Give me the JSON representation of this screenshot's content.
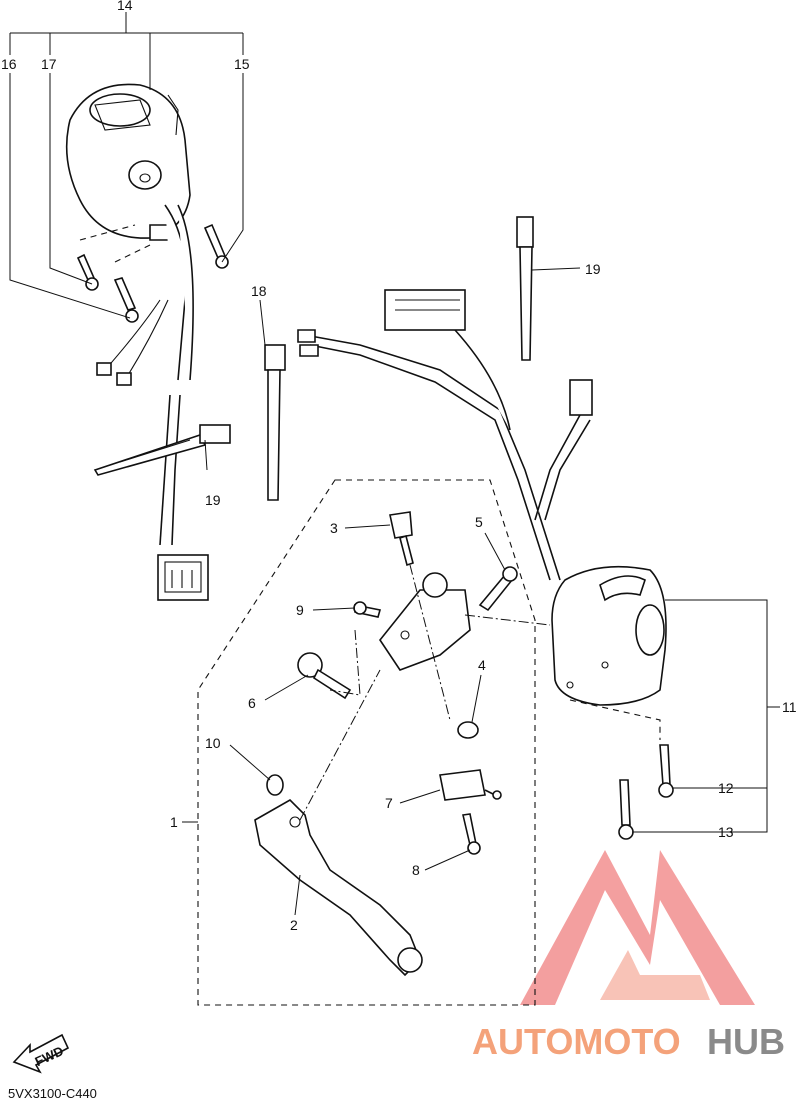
{
  "callouts": [
    {
      "id": "c1",
      "text": "1"
    },
    {
      "id": "c2",
      "text": "2"
    },
    {
      "id": "c3",
      "text": "3"
    },
    {
      "id": "c4",
      "text": "4"
    },
    {
      "id": "c5",
      "text": "5"
    },
    {
      "id": "c6",
      "text": "6"
    },
    {
      "id": "c7",
      "text": "7"
    },
    {
      "id": "c8",
      "text": "8"
    },
    {
      "id": "c9",
      "text": "9"
    },
    {
      "id": "c10",
      "text": "10"
    },
    {
      "id": "c11",
      "text": "11"
    },
    {
      "id": "c12",
      "text": "12"
    },
    {
      "id": "c13",
      "text": "13"
    },
    {
      "id": "c14",
      "text": "14"
    },
    {
      "id": "c15",
      "text": "15"
    },
    {
      "id": "c16",
      "text": "16"
    },
    {
      "id": "c17",
      "text": "17"
    },
    {
      "id": "c18",
      "text": "18"
    },
    {
      "id": "c19a",
      "text": "19"
    },
    {
      "id": "c19b",
      "text": "19"
    }
  ],
  "fwd_label": "FWD",
  "diagram_code": "5VX3100-C440",
  "watermark": {
    "part1": "AUTOMOTO",
    "part2": "HUB",
    "color_primary": "#f4a27a",
    "color_secondary": "#8a8a8a",
    "logo_color": "#f08080"
  }
}
